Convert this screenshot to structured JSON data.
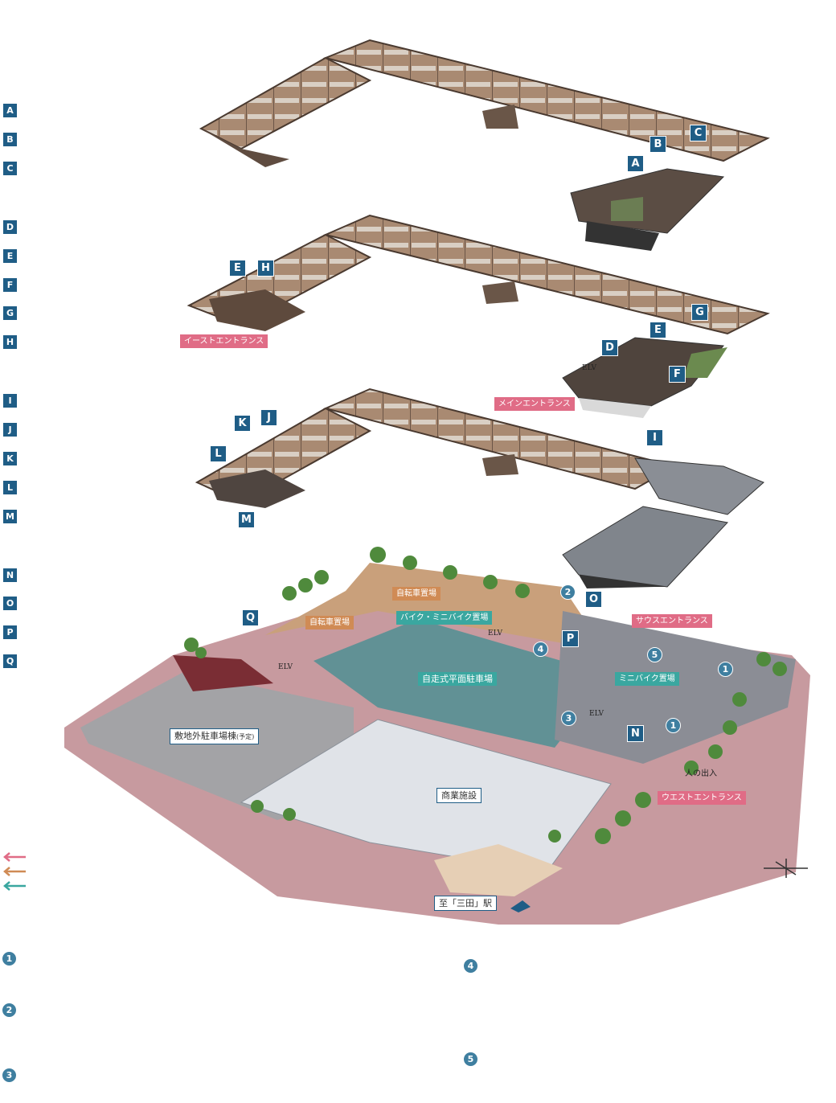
{
  "side_badges": [
    "A",
    "B",
    "C",
    "D",
    "E",
    "F",
    "G",
    "H",
    "I",
    "J",
    "K",
    "L",
    "M",
    "N",
    "O",
    "P",
    "Q"
  ],
  "side_numbers": [
    "1",
    "2",
    "3",
    "4",
    "5"
  ],
  "map_badges": {
    "A": "A",
    "B": "B",
    "C": "C",
    "D": "D",
    "E1": "E",
    "E2": "E",
    "F": "F",
    "G": "G",
    "H": "H",
    "I": "I",
    "J": "J",
    "K": "K",
    "L": "L",
    "M": "M",
    "N": "N",
    "O": "O",
    "P": "P",
    "Q": "Q"
  },
  "map_numbers": {
    "n1a": "1",
    "n1b": "1",
    "n2": "2",
    "n3": "3",
    "n4": "4",
    "n5": "5"
  },
  "labels": {
    "east_entrance": "イーストエントランス",
    "main_entrance": "メインエントランス",
    "south_entrance": "サウスエントランス",
    "west_entrance": "ウエストエントランス",
    "people_entry": "人の出入",
    "bicycle_parking_1": "自転車置場",
    "bicycle_parking_2": "自転車置場",
    "bike_mini_bike": "バイク・ミニバイク置場",
    "mini_bike": "ミニバイク置場",
    "self_parking": "自走式平面駐車場",
    "offsite_parking": "敷地外駐車場棟",
    "offsite_parking_note": "(予定)",
    "commercial": "商業施設",
    "to_station": "至「三田」駅",
    "elv": "ELV"
  },
  "colors": {
    "badge": "#1f5d86",
    "number": "#3f7fa0",
    "pink": "#e06c86",
    "orange": "#d08b55",
    "teal": "#3aa7a0",
    "site": "#c79a9f",
    "floor": "#b89a80"
  }
}
